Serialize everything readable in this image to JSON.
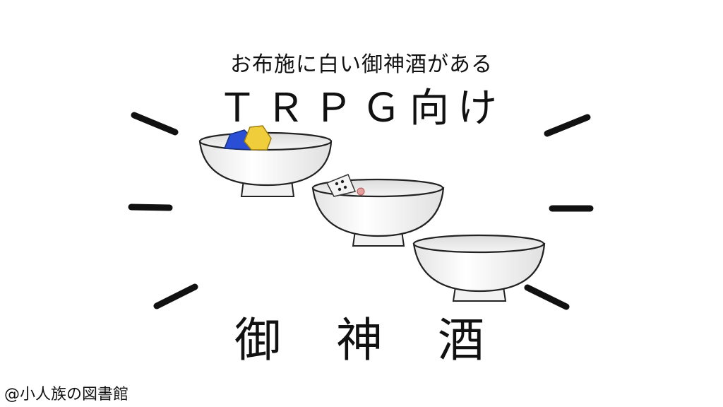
{
  "header": {
    "subtitle": "お布施に白い御神酒がある",
    "title": "ＴＲＰＧ向け"
  },
  "main": {
    "title": "御　神　酒"
  },
  "footer": {
    "credit": "@小人族の図書館"
  },
  "colors": {
    "background": "#ffffff",
    "ink": "#111111",
    "bowl": "#f7f7f7",
    "dice_blue": "#2a4fd6",
    "dice_yellow": "#f0cd3a"
  }
}
